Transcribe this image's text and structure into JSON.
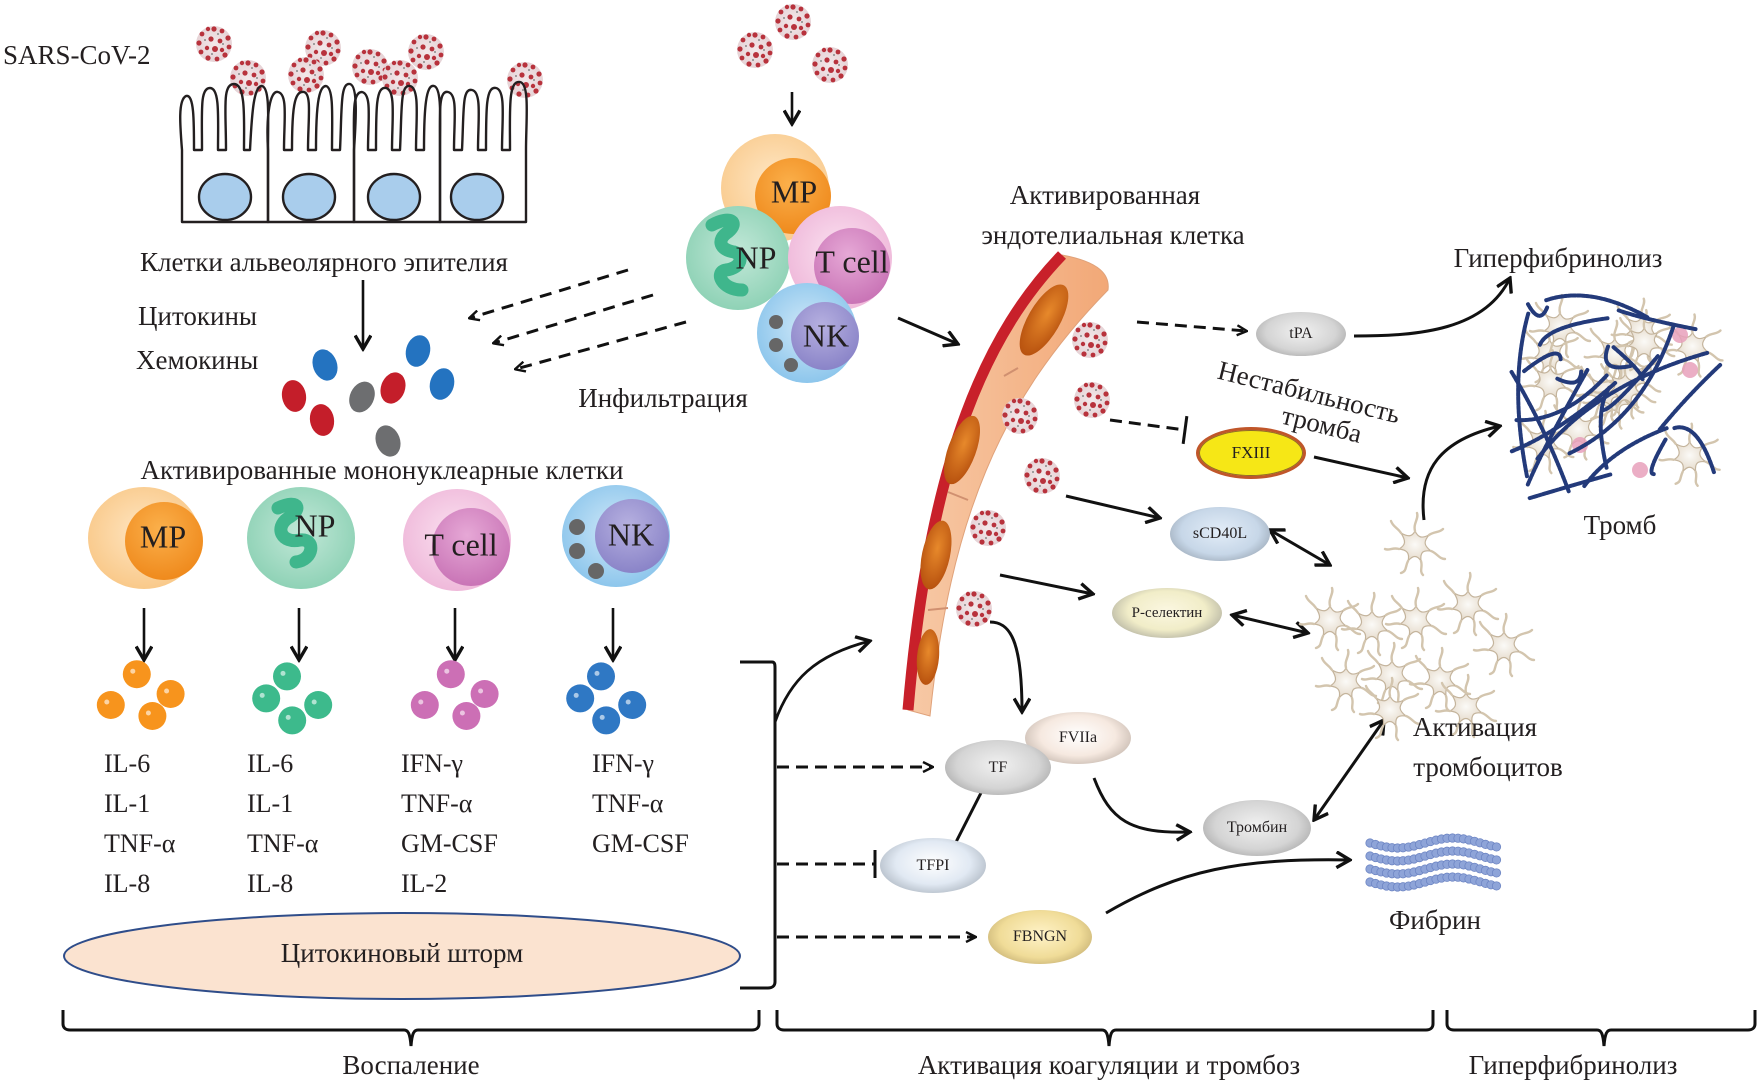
{
  "title": "SARS-CoV-2: воспаление, активация коагуляции и гиперфибринолиз",
  "virus_label": "SARS-CoV-2",
  "epithelium": {
    "label": "Клетки альвеолярного эпителия"
  },
  "cytokines_chemokines": {
    "line1": "Цитокины",
    "line2": "Хемокины"
  },
  "infiltration": {
    "label": "Инфильтрация",
    "cells": [
      "MP",
      "NP",
      "T cell",
      "NK"
    ]
  },
  "activated_cells": {
    "header": "Активированные мононуклеарные клетки",
    "columns": [
      {
        "cell": "MP",
        "color": "#f7941d",
        "cytokines": [
          "IL-6",
          "IL-1",
          "TNF-α",
          "IL-8"
        ]
      },
      {
        "cell": "NP",
        "color": "#3dba8c",
        "cytokines": [
          "IL-6",
          "IL-1",
          "TNF-α",
          "IL-8"
        ]
      },
      {
        "cell": "T cell",
        "color": "#cc6fb5",
        "cytokines": [
          "IFN-γ",
          "TNF-α",
          "GM-CSF",
          "IL-2"
        ]
      },
      {
        "cell": "NK",
        "color": "#2f78c4",
        "cytokines": [
          "IFN-γ",
          "TNF-α",
          "GM-CSF"
        ]
      }
    ]
  },
  "cytokine_storm": "Цитокиновый шторм",
  "endothelium": {
    "label_line1": "Активированная",
    "label_line2": "эндотелиальная клетка"
  },
  "factors": {
    "tpa": "tPA",
    "fxiii": "FXIII",
    "scd40l": "sCD40L",
    "p_selectin": "Р-селектин",
    "tf": "TF",
    "fviia": "FVIIa",
    "tfpi": "TFPI",
    "fbngn": "FBNGN",
    "thrombin": "Тромбин"
  },
  "labels": {
    "hyperfibrinolysis_top": "Гиперфибринолиз",
    "clot_instability_line1": "Нестабильность",
    "clot_instability_line2": "тромба",
    "thrombus": "Тромб",
    "platelet_activation_line1": "Активация",
    "platelet_activation_line2": "тромбоцитов",
    "fibrin": "Фибрин"
  },
  "phases": [
    {
      "label": "Воспаление"
    },
    {
      "label": "Активация коагуляции и тромбоз"
    },
    {
      "label": "Гиперфибринолиз"
    }
  ],
  "colors": {
    "virus": "#b8323c",
    "nucleus_blue": "#a9cdec",
    "vessel_red": "#c8202a",
    "endothelial": "#f4b58a",
    "chemokine_blue": "#2473c0",
    "chemokine_red": "#c41e2a",
    "chemokine_gray": "#6d6e70",
    "fibrin": "#8ea4d8",
    "thrombus_fiber": "#233a7a"
  }
}
